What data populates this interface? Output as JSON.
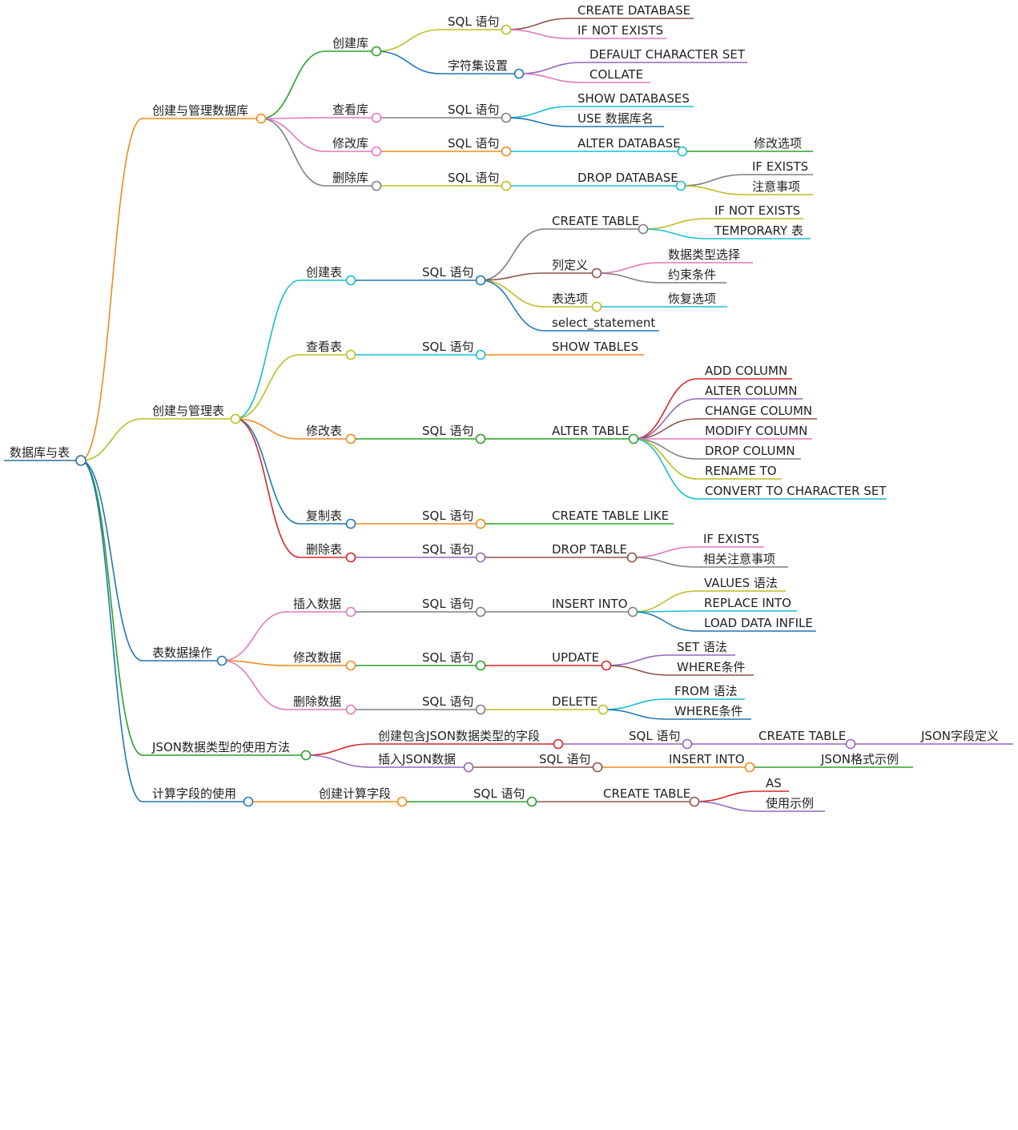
{
  "root": "数据库与表",
  "labels": {
    "db": "创建与管理数据库",
    "db_create": "创建库",
    "db_create_sql": "SQL 语句",
    "db_create_sql_a": "CREATE DATABASE",
    "db_create_sql_b": "IF NOT EXISTS",
    "db_create_charset": "字符集设置",
    "db_create_charset_a": "DEFAULT CHARACTER SET",
    "db_create_charset_b": "COLLATE",
    "db_view": "查看库",
    "db_view_sql": "SQL 语句",
    "db_view_sql_a": "SHOW DATABASES",
    "db_view_sql_b": "USE 数据库名",
    "db_alter": "修改库",
    "db_alter_sql": "SQL 语句",
    "db_alter_stmt": "ALTER DATABASE",
    "db_alter_opt": "修改选项",
    "db_drop": "删除库",
    "db_drop_sql": "SQL 语句",
    "db_drop_stmt": "DROP DATABASE",
    "db_drop_a": "IF EXISTS",
    "db_drop_b": "注意事项",
    "tb": "创建与管理表",
    "tb_create": "创建表",
    "tb_create_sql": "SQL 语句",
    "tb_create_ct": "CREATE TABLE",
    "tb_create_ct_a": "IF NOT EXISTS",
    "tb_create_ct_b": "TEMPORARY 表",
    "tb_create_col": "列定义",
    "tb_create_col_a": "数据类型选择",
    "tb_create_col_b": "约束条件",
    "tb_create_opt": "表选项",
    "tb_create_opt_a": "恢复选项",
    "tb_create_sel": "select_statement",
    "tb_view": "查看表",
    "tb_view_sql": "SQL 语句",
    "tb_view_stmt": "SHOW TABLES",
    "tb_alter": "修改表",
    "tb_alter_sql": "SQL 语句",
    "tb_alter_stmt": "ALTER TABLE",
    "tb_alter_1": "ADD COLUMN",
    "tb_alter_2": "ALTER COLUMN",
    "tb_alter_3": "CHANGE COLUMN",
    "tb_alter_4": "MODIFY COLUMN",
    "tb_alter_5": "DROP COLUMN",
    "tb_alter_6": "RENAME TO",
    "tb_alter_7": "CONVERT TO CHARACTER SET",
    "tb_copy": "复制表",
    "tb_copy_sql": "SQL 语句",
    "tb_copy_stmt": "CREATE TABLE LIKE",
    "tb_drop": "删除表",
    "tb_drop_sql": "SQL 语句",
    "tb_drop_stmt": "DROP TABLE",
    "tb_drop_a": "IF EXISTS",
    "tb_drop_b": "相关注意事项",
    "dt": "表数据操作",
    "dt_ins": "插入数据",
    "dt_ins_sql": "SQL 语句",
    "dt_ins_stmt": "INSERT INTO",
    "dt_ins_a": "VALUES 语法",
    "dt_ins_b": "REPLACE INTO",
    "dt_ins_c": "LOAD DATA INFILE",
    "dt_upd": "修改数据",
    "dt_upd_sql": "SQL 语句",
    "dt_upd_stmt": "UPDATE",
    "dt_upd_a": "SET 语法",
    "dt_upd_b": "WHERE条件",
    "dt_del": "删除数据",
    "dt_del_sql": "SQL 语句",
    "dt_del_stmt": "DELETE",
    "dt_del_a": "FROM 语法",
    "dt_del_b": "WHERE条件",
    "js": "JSON数据类型的使用方法",
    "js_c": "创建包含JSON数据类型的字段",
    "js_c_sql": "SQL 语句",
    "js_c_stmt": "CREATE TABLE",
    "js_c_def": "JSON字段定义",
    "js_i": "插入JSON数据",
    "js_i_sql": "SQL 语句",
    "js_i_stmt": "INSERT INTO",
    "js_i_ex": "JSON格式示例",
    "cf": "计算字段的使用",
    "cf_c": "创建计算字段",
    "cf_c_sql": "SQL 语句",
    "cf_c_stmt": "CREATE TABLE",
    "cf_c_a": "AS",
    "cf_c_b": "使用示例"
  },
  "colors": {
    "root": "#2c6e9e",
    "orange": "#f28a1c",
    "olive": "#bcbd22",
    "blue": "#1f77b4",
    "green": "#2ca02c",
    "red": "#d62728",
    "purple": "#9467bd",
    "brown": "#8c564b",
    "pink": "#e377c2",
    "gray": "#7f7f7f",
    "cyan": "#17becf"
  }
}
